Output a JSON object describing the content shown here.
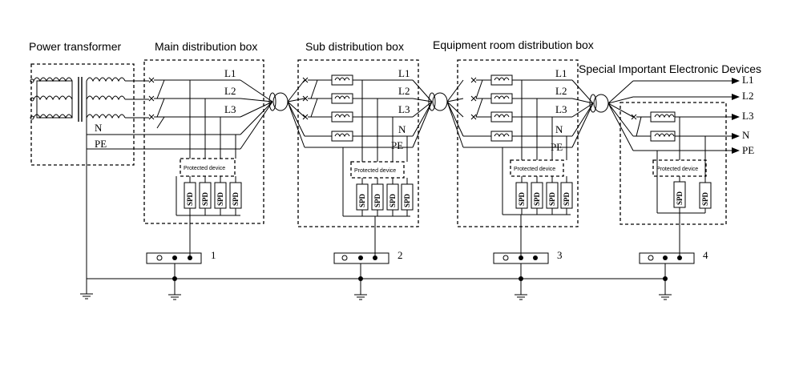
{
  "titles": {
    "transformer": "Power transformer",
    "main_box": "Main distribution box",
    "sub_box": "Sub distribution box",
    "equip_box": "Equipment room distribution box",
    "special": "Special Important Electronic Devices"
  },
  "lines": {
    "l1": "L1",
    "l2": "L2",
    "l3": "L3",
    "n": "N",
    "pe": "PE"
  },
  "protected_device": "Protected device",
  "spd": "SPD",
  "ground_bars": [
    "1",
    "2",
    "3",
    "4"
  ]
}
